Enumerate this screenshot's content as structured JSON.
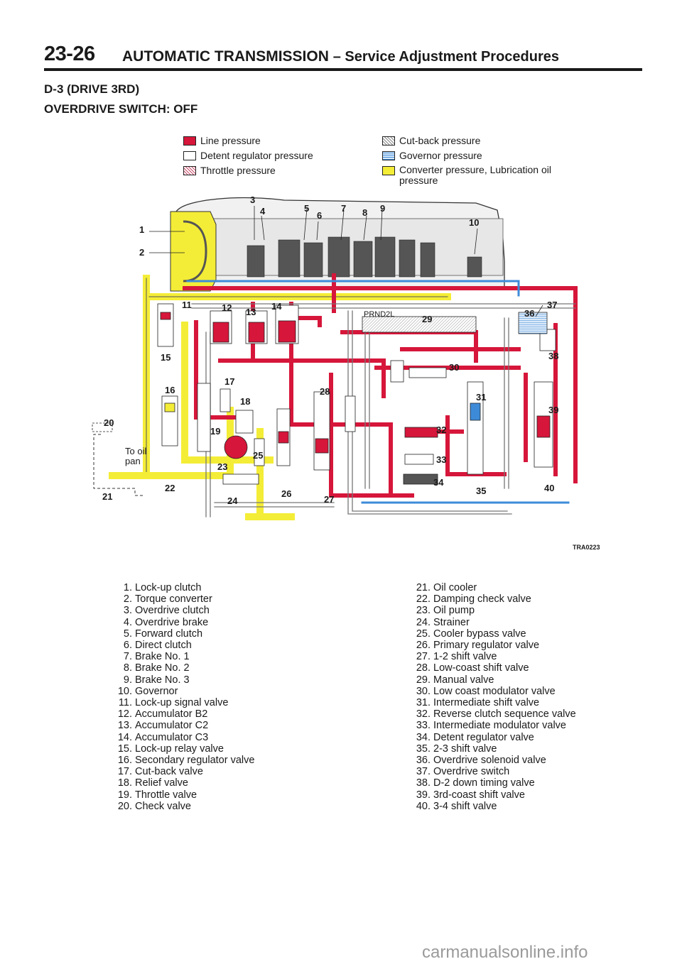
{
  "header": {
    "page_number": "23-26",
    "title": "AUTOMATIC TRANSMISSION",
    "subtitle": "– Service Adjustment Procedures"
  },
  "section": {
    "line1": "D-3 (DRIVE 3RD)",
    "line2": "OVERDRIVE SWITCH: OFF"
  },
  "legend": {
    "left": [
      {
        "label": "Line pressure",
        "color": "#d6163a"
      },
      {
        "label": "Detent regulator pressure",
        "color": "#ffffff"
      },
      {
        "label": "Throttle pressure",
        "color": "#c64a68"
      }
    ],
    "right": [
      {
        "label": "Cut-back pressure",
        "color": "#888888"
      },
      {
        "label": "Governor pressure",
        "color": "#3d8bd8"
      },
      {
        "label": "Converter pressure, Lubrication oil pressure",
        "color": "#f4ed37"
      }
    ]
  },
  "diagram": {
    "callouts": [
      "1",
      "2",
      "3",
      "4",
      "5",
      "6",
      "7",
      "8",
      "9",
      "10",
      "11",
      "12",
      "13",
      "14",
      "15",
      "16",
      "17",
      "18",
      "19",
      "20",
      "21",
      "22",
      "23",
      "24",
      "25",
      "26",
      "27",
      "28",
      "29",
      "30",
      "31",
      "32",
      "33",
      "34",
      "35",
      "36",
      "37",
      "38",
      "39",
      "40"
    ],
    "oil_pan_note": [
      "To oil",
      "pan"
    ],
    "selector_label": "PRND2L",
    "figure_code": "TRA0223"
  },
  "parts_left": [
    {
      "num": "1.",
      "name": "Lock-up clutch"
    },
    {
      "num": "2.",
      "name": "Torque converter"
    },
    {
      "num": "3.",
      "name": "Overdrive clutch"
    },
    {
      "num": "4.",
      "name": "Overdrive brake"
    },
    {
      "num": "5.",
      "name": "Forward clutch"
    },
    {
      "num": "6.",
      "name": "Direct clutch"
    },
    {
      "num": "7.",
      "name": "Brake No. 1"
    },
    {
      "num": "8.",
      "name": "Brake No. 2"
    },
    {
      "num": "9.",
      "name": "Brake No. 3"
    },
    {
      "num": "10.",
      "name": "Governor"
    },
    {
      "num": "11.",
      "name": "Lock-up signal valve"
    },
    {
      "num": "12.",
      "name": "Accumulator B2"
    },
    {
      "num": "13.",
      "name": "Accumulator C2"
    },
    {
      "num": "14.",
      "name": "Accumulator C3"
    },
    {
      "num": "15.",
      "name": "Lock-up relay valve"
    },
    {
      "num": "16.",
      "name": "Secondary regulator valve"
    },
    {
      "num": "17.",
      "name": "Cut-back valve"
    },
    {
      "num": "18.",
      "name": "Relief valve"
    },
    {
      "num": "19.",
      "name": "Throttle valve"
    },
    {
      "num": "20.",
      "name": "Check valve"
    }
  ],
  "parts_right": [
    {
      "num": "21.",
      "name": "Oil cooler"
    },
    {
      "num": "22.",
      "name": "Damping check valve"
    },
    {
      "num": "23.",
      "name": "Oil pump"
    },
    {
      "num": "24.",
      "name": "Strainer"
    },
    {
      "num": "25.",
      "name": "Cooler bypass valve"
    },
    {
      "num": "26.",
      "name": "Primary regulator valve"
    },
    {
      "num": "27.",
      "name": "1-2 shift valve"
    },
    {
      "num": "28.",
      "name": "Low-coast shift valve"
    },
    {
      "num": "29.",
      "name": "Manual valve"
    },
    {
      "num": "30.",
      "name": "Low coast modulator valve"
    },
    {
      "num": "31.",
      "name": "Intermediate shift valve"
    },
    {
      "num": "32.",
      "name": "Reverse clutch sequence valve"
    },
    {
      "num": "33.",
      "name": "Intermediate modulator valve"
    },
    {
      "num": "34.",
      "name": "Detent regulator valve"
    },
    {
      "num": "35.",
      "name": "2-3 shift valve"
    },
    {
      "num": "36.",
      "name": "Overdrive solenoid valve"
    },
    {
      "num": "37.",
      "name": "Overdrive switch"
    },
    {
      "num": "38.",
      "name": "D-2 down timing valve"
    },
    {
      "num": "39.",
      "name": "3rd-coast shift valve"
    },
    {
      "num": "40.",
      "name": "3-4 shift valve"
    }
  ],
  "watermark": "carmanualsonline.info"
}
